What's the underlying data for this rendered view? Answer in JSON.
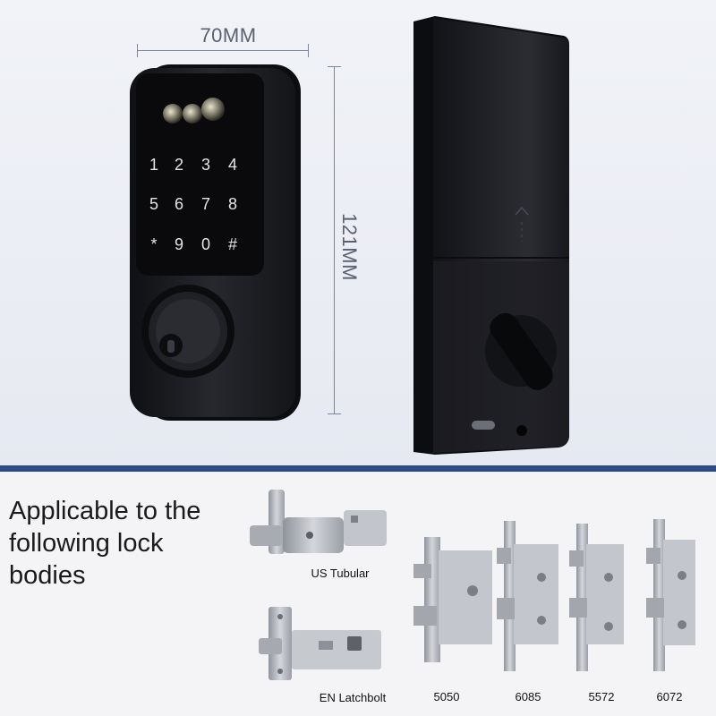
{
  "dimensions": {
    "width_label": "70MM",
    "height_label": "121MM"
  },
  "keypad": {
    "keys": [
      "1",
      "2",
      "3",
      "4",
      "5",
      "6",
      "7",
      "8",
      "*",
      "9",
      "0",
      "#"
    ]
  },
  "headline": {
    "text": "Applicable to the following lock bodies"
  },
  "lock_bodies": {
    "us_tubular": "US Tubular",
    "en_latchbolt": "EN Latchbolt",
    "models": [
      "5050",
      "6085",
      "5572",
      "6072"
    ]
  },
  "colors": {
    "divider": "#2f4a7e",
    "lock_body": "#1c1d21",
    "metal": "#b9bcc3"
  }
}
